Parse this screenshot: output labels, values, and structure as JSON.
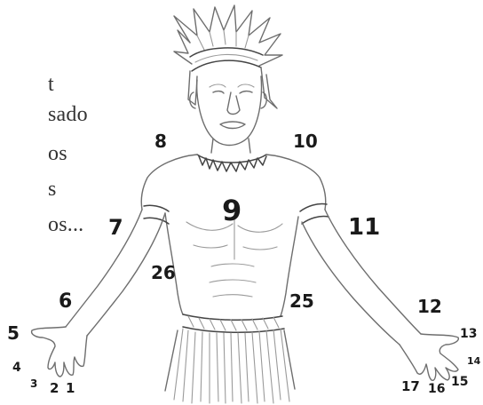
{
  "text_lines": [
    "t",
    "sado",
    "os",
    "s",
    "os..."
  ],
  "labels": [
    "1",
    "2",
    "3",
    "4",
    "5",
    "6",
    "7",
    "8",
    "9",
    "10",
    "11",
    "12",
    "13",
    "14",
    "15",
    "16",
    "17",
    "25",
    "26"
  ],
  "colors": {
    "ink": "#1a1a1a",
    "sketch": "#6e6e6e",
    "background": "#ffffff"
  }
}
